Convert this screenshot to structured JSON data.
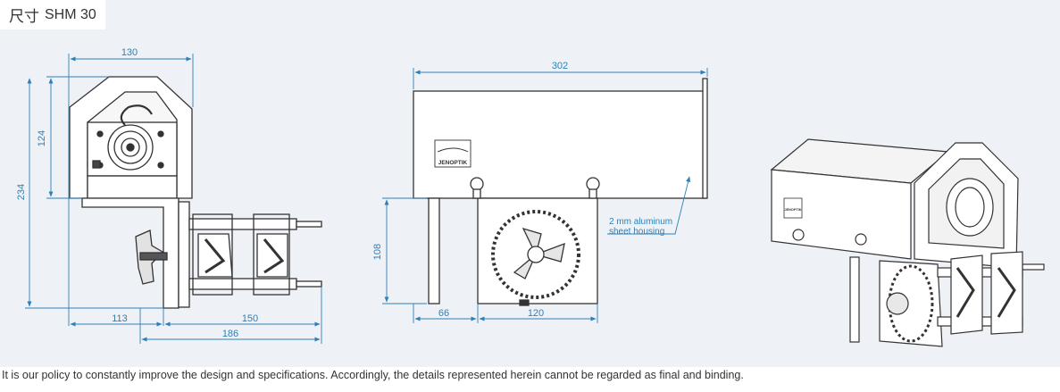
{
  "header": {
    "title_zh": "尺寸",
    "title_model": "SHM 30"
  },
  "colors": {
    "dimension": "#2f7fb7",
    "panel": "#eef2f6",
    "line": "#333333"
  },
  "front_view": {
    "dims": {
      "width_top": "130",
      "height_top": "124",
      "height_total": "234",
      "base_left": "113",
      "base_right": "150",
      "base_total": "186"
    }
  },
  "side_view": {
    "dims": {
      "length": "302",
      "height": "108",
      "offset": "66",
      "plate": "120"
    },
    "brand": "JENOPTIK",
    "annotation_line1": "2 mm aluminum",
    "annotation_line2": "sheet housing"
  },
  "perspective_view": {
    "brand": "JENOPTIK"
  },
  "footer": {
    "note": "It is our policy to constantly improve the design and specifications. Accordingly, the details represented herein cannot be regarded as final and binding."
  }
}
